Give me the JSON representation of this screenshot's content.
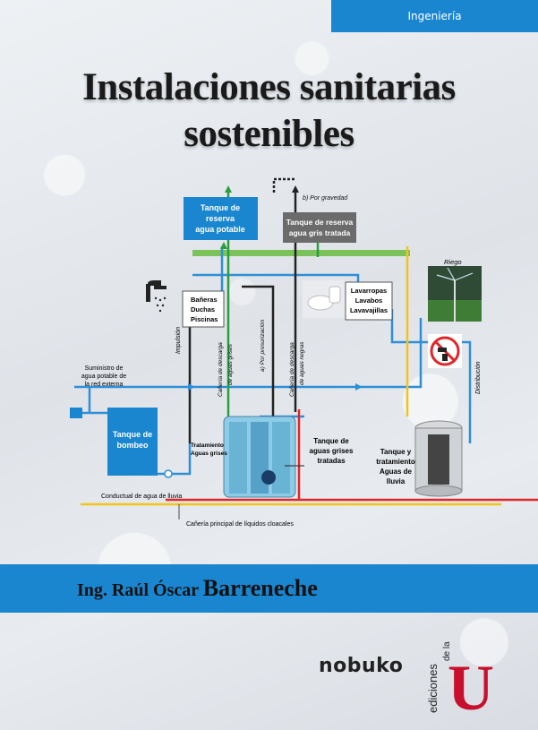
{
  "category_tag": "Ingeniería",
  "title_line1": "Instalaciones sanitarias",
  "title_line2": "sostenibles",
  "author_prefix": "Ing. Raúl Óscar ",
  "author_last": "Barreneche",
  "publisher": "nobuko",
  "logo_text": {
    "editions": "ediciones",
    "de_la": "de la",
    "letter": "U"
  },
  "diagram": {
    "tank_potable": [
      "Tanque de",
      "reserva",
      "agua potable"
    ],
    "tank_gray_treated": [
      "Tanque de reserva",
      "agua gris tratada"
    ],
    "by_gravity": "b) Por gravedad",
    "fixtures_left": [
      "Bañeras",
      "Duchas",
      "Piscinas"
    ],
    "fixtures_right": [
      "Lavarropas",
      "Lavabos",
      "Lavavajillas"
    ],
    "irrigation": "Riego",
    "impulsion": "Impulsión",
    "pipe_gray_discharge": [
      "Cañería de descarga",
      "de aguas grises"
    ],
    "by_pressurization": "a) Por presurización",
    "pipe_black_discharge": [
      "Cañería de descarga",
      "de aguas negras"
    ],
    "distribution": "Distribución",
    "external_supply": [
      "Suministro de",
      "agua potable de",
      "la red externa"
    ],
    "pump_tank": [
      "Tanque de",
      "bombeo"
    ],
    "gray_treatment": [
      "Tratamiento",
      "Aguas grises"
    ],
    "treated_gray_tank": [
      "Tanque de",
      "aguas grises",
      "tratadas"
    ],
    "rain_tank": [
      "Tanque y",
      "tratamiento",
      "Aguas de",
      "lluvia"
    ],
    "rain_conduit": "Conductual de agua de lluvia",
    "main_sewer": "Cañería principal de líquidos cloacales"
  },
  "colors": {
    "brand_blue": "#1a86d0",
    "potable_pipe": "#2e8fd6",
    "gray_pipe": "#2a9d3e",
    "sewer_pipe": "#e0262a",
    "rain_pipe": "#f2c418"
  }
}
